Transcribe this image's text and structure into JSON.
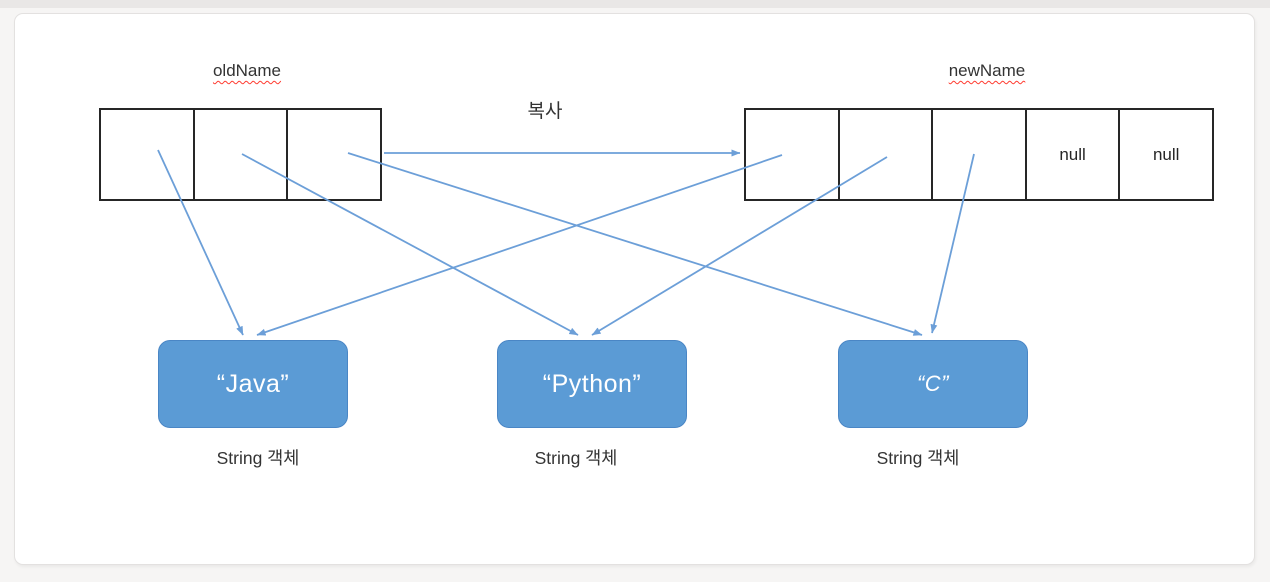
{
  "diagram": {
    "old_array": {
      "label": "oldName",
      "cells": [
        "",
        "",
        ""
      ]
    },
    "new_array": {
      "label": "newName",
      "cells": [
        "",
        "",
        "",
        "null",
        "null"
      ]
    },
    "copy_label": "복사",
    "objects": [
      {
        "value": "“Java”",
        "caption": "String 객체"
      },
      {
        "value": "“Python”",
        "caption": "String 객체"
      },
      {
        "value": "“C”",
        "caption": "String 객체"
      }
    ],
    "arrows": [
      {
        "from": "old-cell-0",
        "to": "java-left"
      },
      {
        "from": "old-cell-1",
        "to": "python-left"
      },
      {
        "from": "old-cell-2",
        "to": "c-left"
      },
      {
        "from": "new-cell-0",
        "to": "java-right"
      },
      {
        "from": "new-cell-1",
        "to": "python-right"
      },
      {
        "from": "new-cell-2",
        "to": "c-right"
      },
      {
        "from": "copy-start",
        "to": "copy-end"
      }
    ],
    "colors": {
      "object_fill": "#5B9BD5",
      "object_border": "#4A86C5",
      "object_text": "#FFFFFF",
      "arrow": "#6C9FD8",
      "array_border": "#262626",
      "spellcheck_underline": "#FF3B30",
      "label_text": "#333333"
    }
  }
}
